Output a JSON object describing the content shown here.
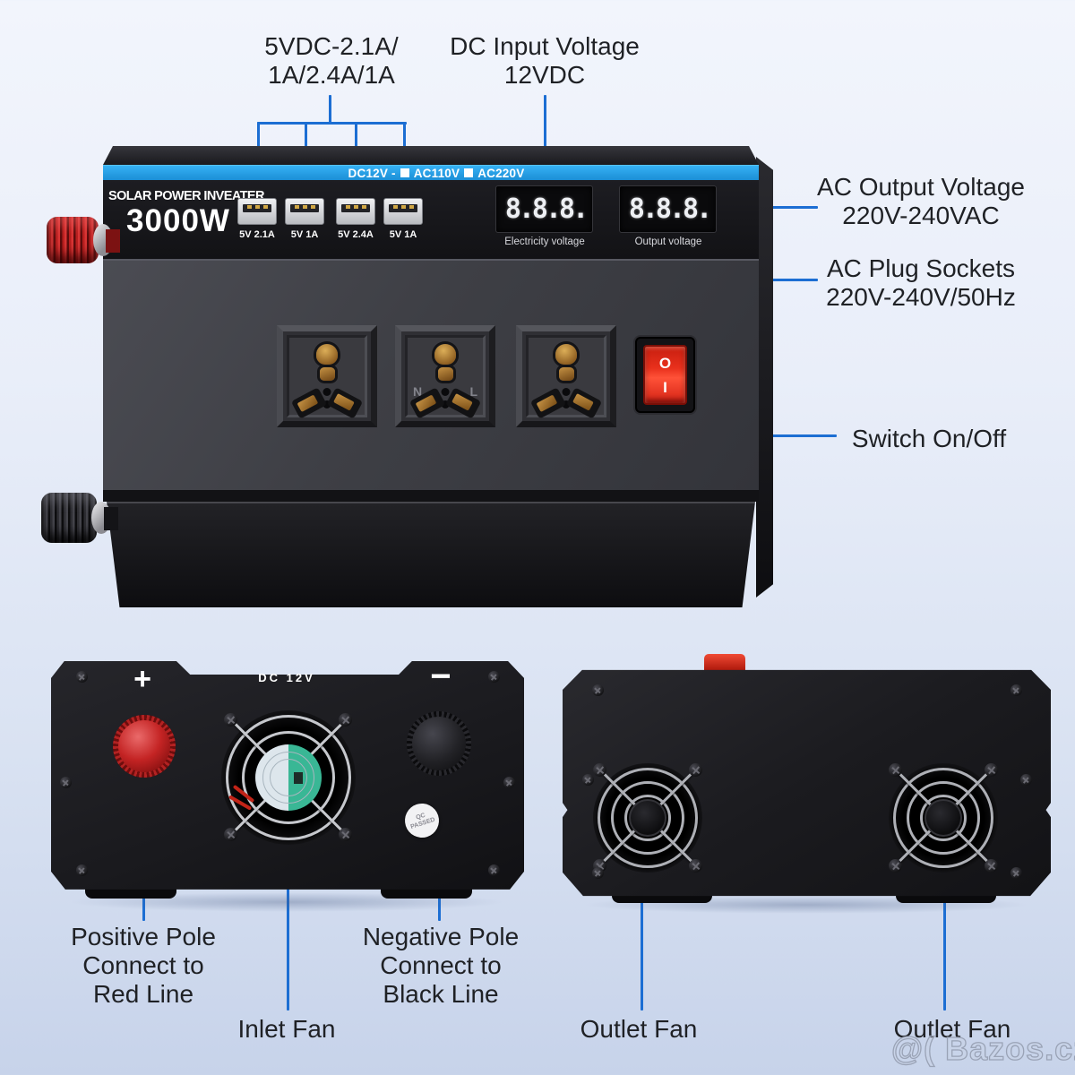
{
  "colors": {
    "callout_blue": "#1c6ed3",
    "strip_blue": "#1f96e0",
    "switch_red": "#e02818"
  },
  "callout_labels": {
    "usb_line1": "5VDC-2.1A/",
    "usb_line2": "1A/2.4A/1A",
    "dc_input_line1": "DC Input Voltage",
    "dc_input_line2": "12VDC",
    "ac_output_line1": "AC Output Voltage",
    "ac_output_line2": "220V-240VAC",
    "ac_sockets_line1": "AC Plug Sockets",
    "ac_sockets_line2": "220V-240V/50Hz",
    "switch": "Switch On/Off",
    "positive_line1": "Positive Pole",
    "positive_line2": "Connect to",
    "positive_line3": "Red Line",
    "negative_line1": "Negative Pole",
    "negative_line2": "Connect to",
    "negative_line3": "Black Line",
    "inlet_fan": "Inlet Fan",
    "outlet_fan_left": "Outlet Fan",
    "outlet_fan_right": "Outlet Fan"
  },
  "front_panel": {
    "brand_line1": "SOLAR POWER INVEATER",
    "brand_line2": "3000W",
    "banner_prefix": "DC12V -",
    "banner_option1": "AC110V",
    "banner_option2": "AC220V",
    "usb_ports": [
      {
        "label": "5V 2.1A"
      },
      {
        "label": "5V 1A"
      },
      {
        "label": "5V 2.4A"
      },
      {
        "label": "5V 1A"
      }
    ],
    "displays": [
      {
        "value": "8.8.8.",
        "label": "Electricity voltage"
      },
      {
        "value": "8.8.8.",
        "label": "Output voltage"
      }
    ],
    "socket_n": "N",
    "socket_l": "L",
    "switch_off_symbol": "O",
    "switch_on_symbol": "I"
  },
  "rear_panel": {
    "positive_symbol": "+",
    "dc_label": "DC 12V",
    "negative_symbol": "−",
    "qc_line1": "QC",
    "qc_line2": "PASSED"
  },
  "watermark": "@( Bazos.cz"
}
